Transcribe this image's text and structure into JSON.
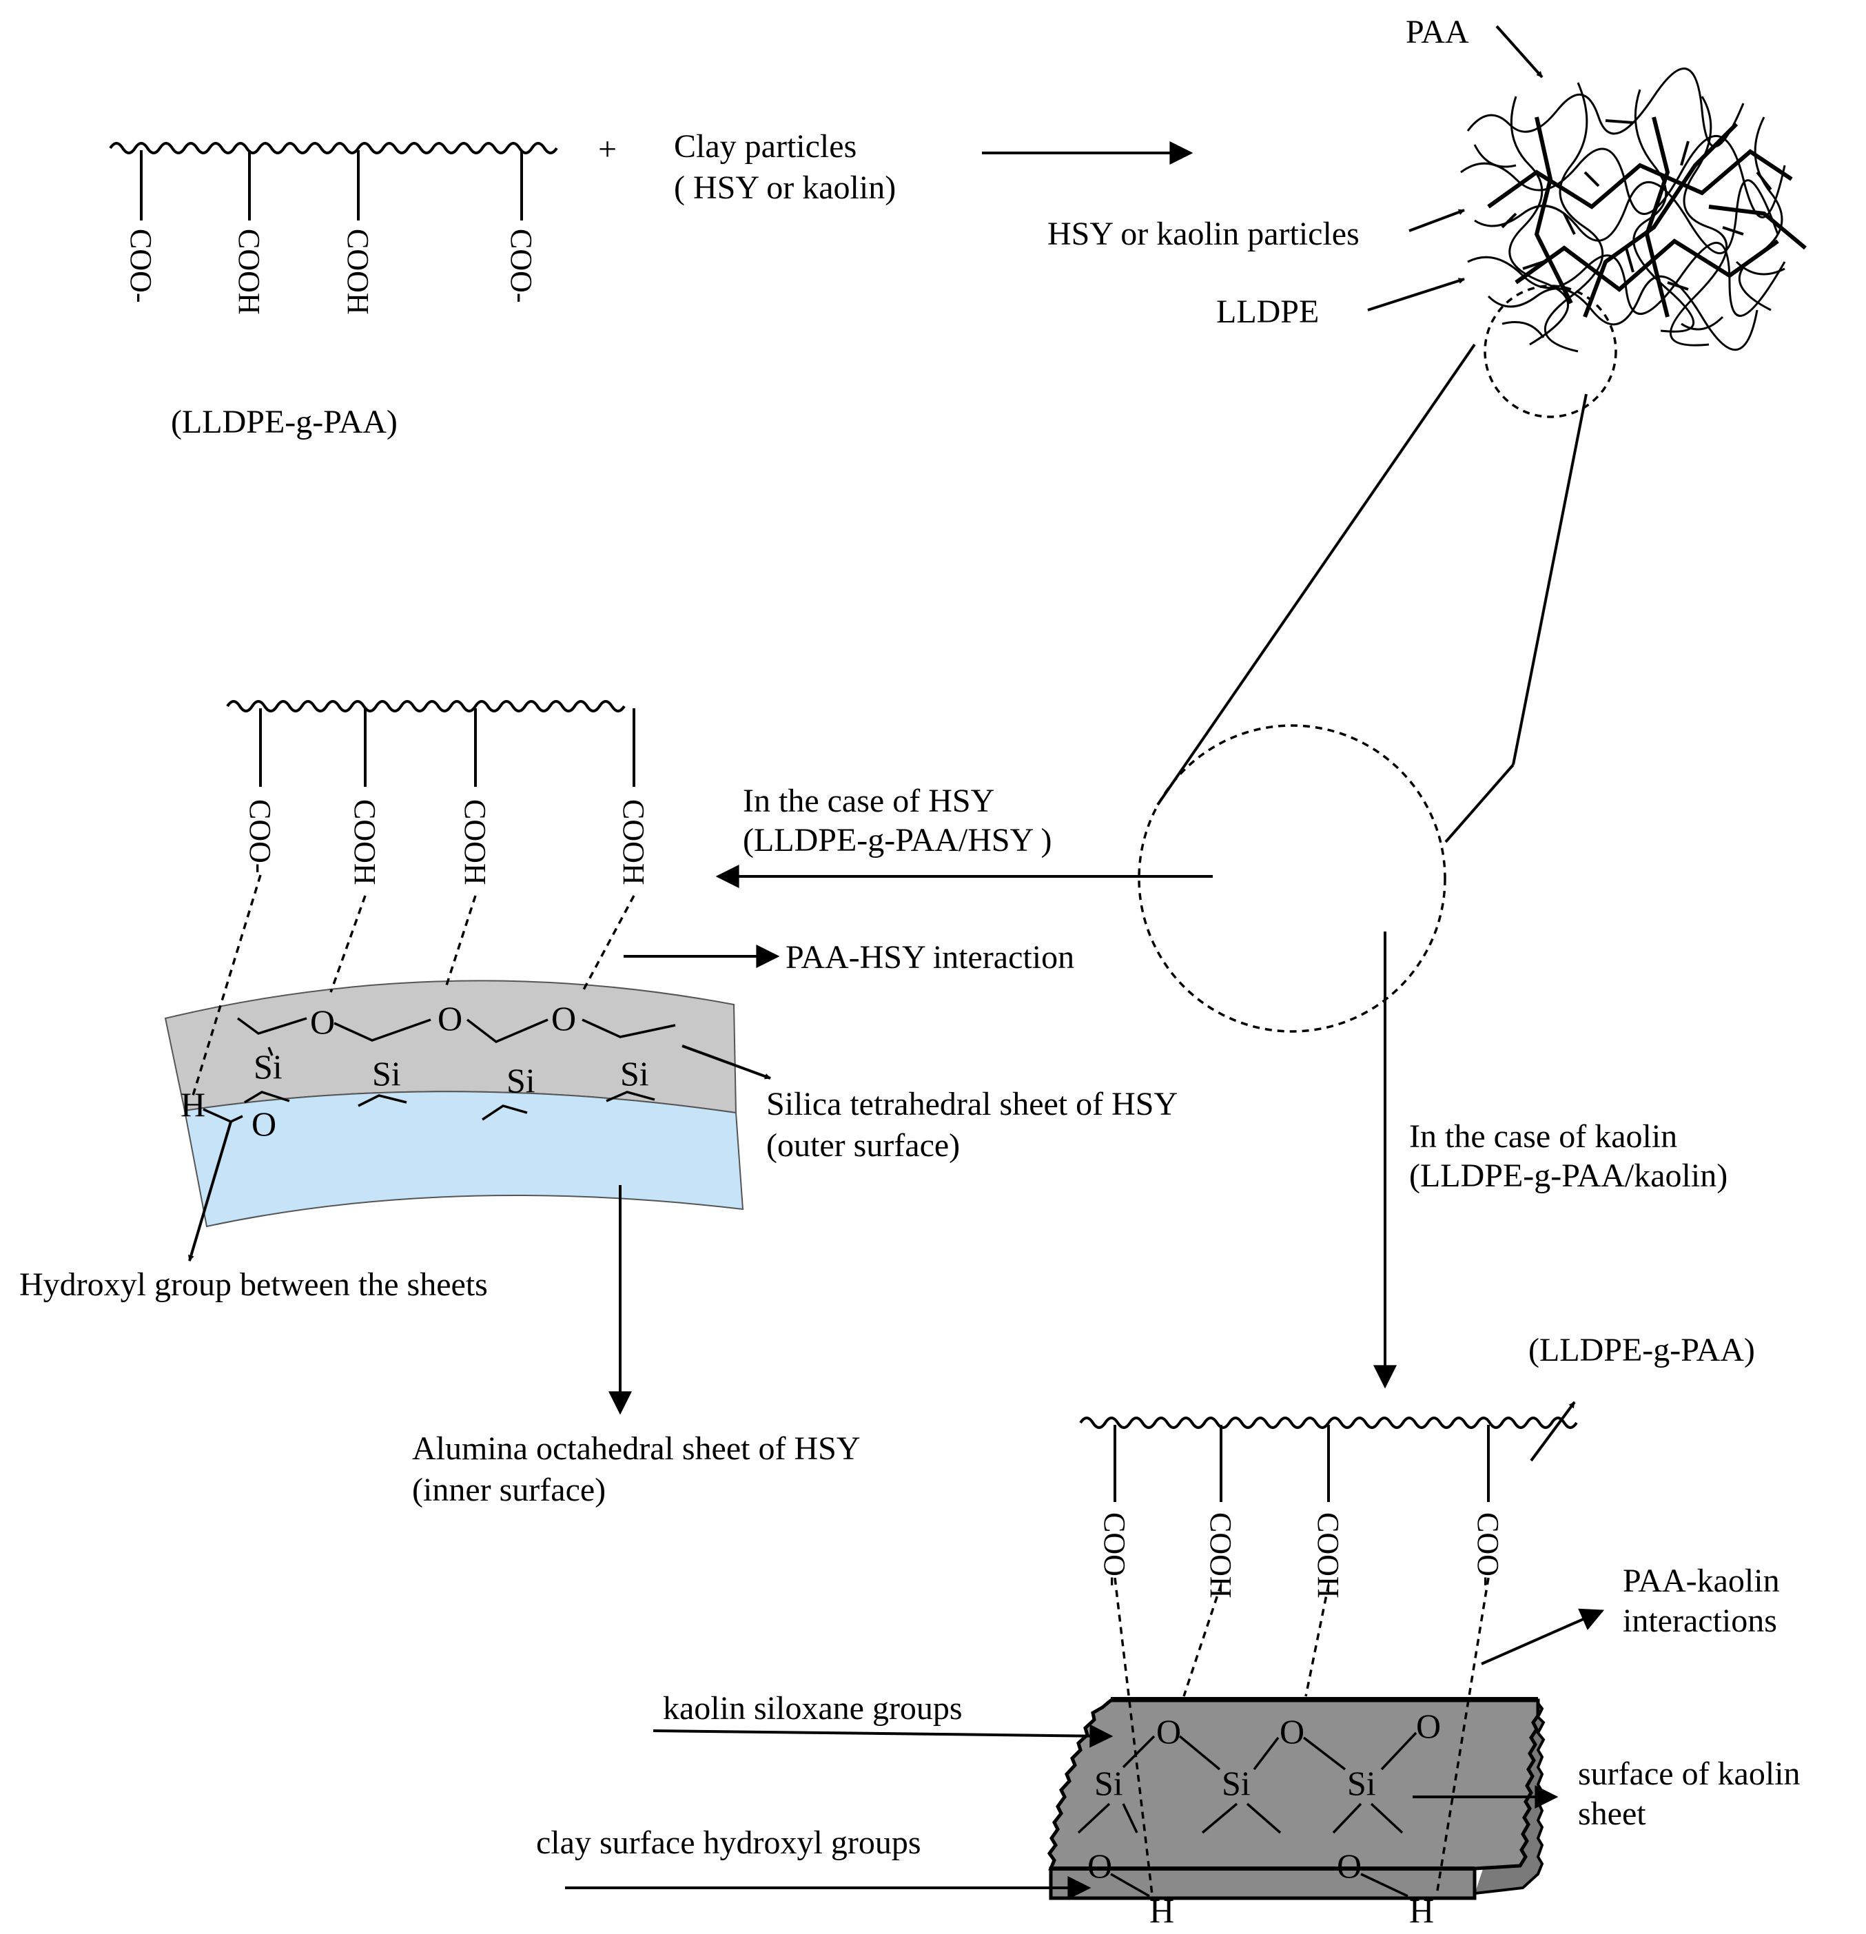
{
  "top": {
    "plus": "+",
    "clay_line1": "Clay particles",
    "clay_line2": "( HSY or kaolin)",
    "chain_groups": [
      "COO-",
      "COOH",
      "COOH",
      "COO-"
    ],
    "chain_caption": "(LLDPE-g-PAA)"
  },
  "composite": {
    "paa": "PAA",
    "particles": "HSY or kaolin particles",
    "lldpe": "LLDPE"
  },
  "hsy": {
    "case_line1": "In the case of HSY",
    "case_line2": "(LLDPE-g-PAA/HSY )",
    "chain_groups": [
      "COO-",
      "COOH",
      "COOH",
      "COOH"
    ],
    "interaction": "PAA-HSY  interaction",
    "silica_line1": "Silica tetrahedral sheet of HSY",
    "silica_line2": "(outer surface)",
    "hydroxyl": "Hydroxyl group between the sheets",
    "alumina_line1": "Alumina octahedral sheet of HSY",
    "alumina_line2": "(inner surface)",
    "atoms": {
      "o": "O",
      "si": "Si",
      "h": "H"
    },
    "colors": {
      "silica": "#c8c8c8",
      "alumina": "#c6e3f7"
    }
  },
  "kaolin": {
    "case_line1": "In the case of  kaolin",
    "case_line2": "(LLDPE-g-PAA/kaolin)",
    "chain_caption": "(LLDPE-g-PAA)",
    "chain_groups": [
      "COO-",
      "COOH",
      "COOH",
      "COO-"
    ],
    "interaction_line1": "PAA-kaolin",
    "interaction_line2": "interactions",
    "siloxane": "kaolin siloxane groups",
    "surface_line1": "surface of kaolin",
    "surface_line2": "sheet",
    "hydroxyls": "clay surface hydroxyl groups",
    "atoms": {
      "o": "O",
      "si": "Si",
      "h": "H"
    },
    "colors": {
      "sheet": "#8f8f8f"
    }
  }
}
